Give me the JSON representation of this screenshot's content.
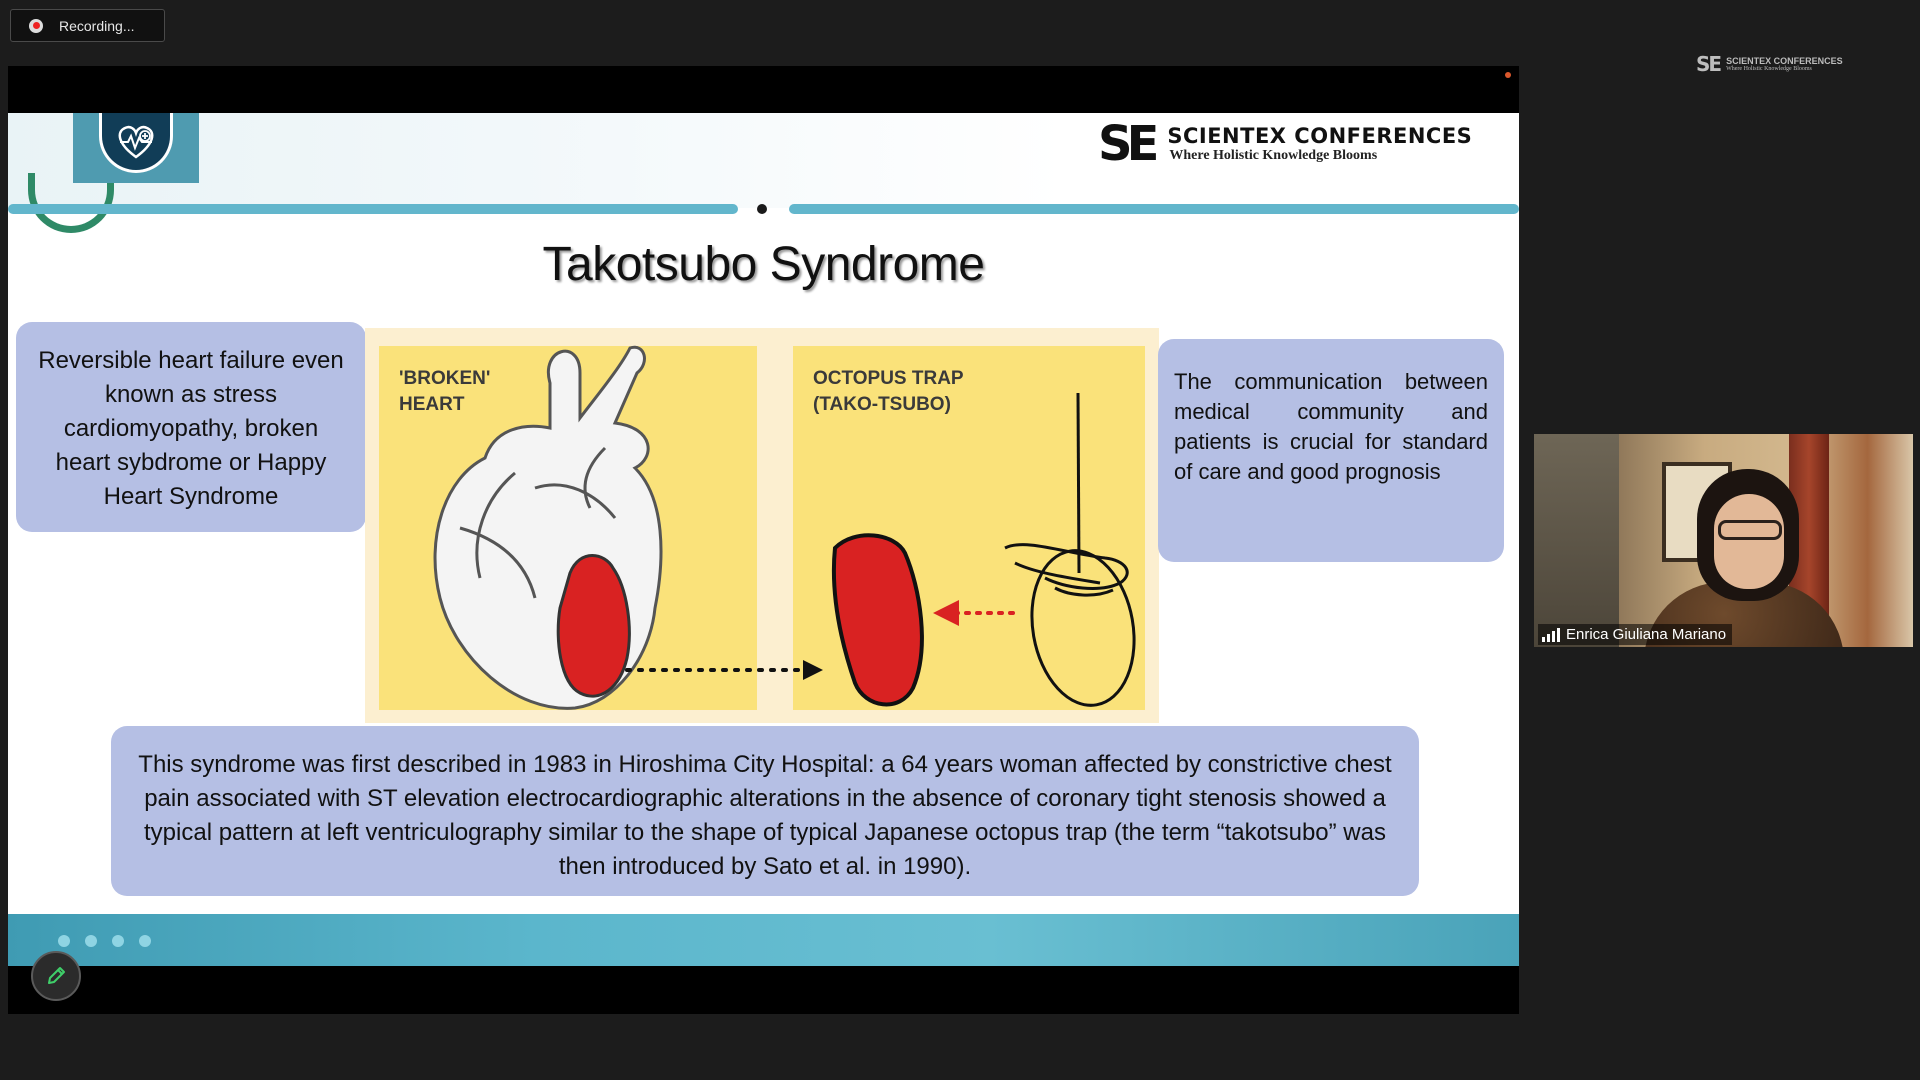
{
  "recording": {
    "label": "Recording..."
  },
  "corner_logo": {
    "mark": "SE",
    "name": "SCIENTEX CONFERENCES",
    "tagline": "Where Holistic Knowledge Blooms"
  },
  "slide": {
    "brand": {
      "mark": "SE",
      "name": "SCIENTEX CONFERENCES",
      "tagline": "Where Holistic Knowledge Blooms"
    },
    "title": "Takotsubo Syndrome",
    "left_text": "Reversible heart failure even known as stress cardiomyopathy, broken heart sybdrome or Happy Heart Syndrome",
    "right_text": "The communication between medical community and patients is crucial for standard of care and good prognosis",
    "bottom_text": "This syndrome was first described in 1983 in Hiroshima City Hospital: a 64  years woman affected by constrictive chest pain  associated with ST elevation electrocardiographic alterations in the absence of coronary tight stenosis showed a typical pattern at left ventriculography similar to the shape of typical Japanese octopus trap (the term “takotsubo” was then introduced by Sato et al. in 1990).",
    "figure": {
      "label_left_1": "'BROKEN'",
      "label_left_2": "HEART",
      "label_right_1": "OCTOPUS TRAP",
      "label_right_2": "(TAKO-TSUBO)"
    }
  },
  "participant": {
    "name": "Enrica Giuliana Mariano"
  },
  "colors": {
    "bubble": "#b5bfe4",
    "accent": "#62b6cc",
    "figure_panel": "#fae27a",
    "heart_red": "#d92222"
  }
}
